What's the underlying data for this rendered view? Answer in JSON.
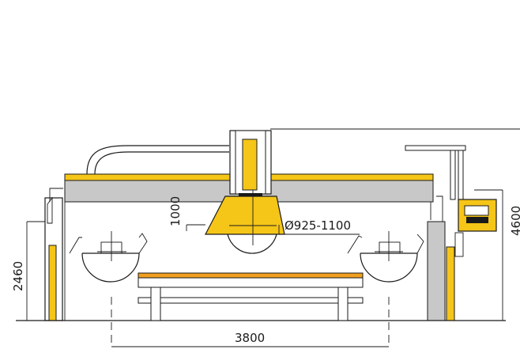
{
  "drawing": {
    "dimensions": {
      "blade_diameter": "Ø925-1100",
      "blade_stroke": "1000",
      "height": "2460",
      "track_width": "3800",
      "overall_height_partial": "4600"
    }
  },
  "colors": {
    "accent_yellow": "#f5c518",
    "steel_gray": "#c8c8c8",
    "line_black": "#1a1a1a",
    "table_orange": "#f0a020"
  }
}
